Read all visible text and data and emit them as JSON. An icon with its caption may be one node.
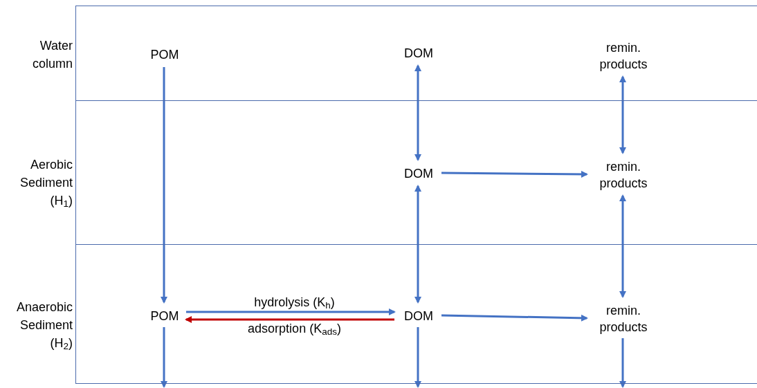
{
  "diagram": {
    "nodes": [
      {
        "text": [
          "Water column"
        ]
      },
      {
        "text": [
          "POM"
        ],
        "in": 0
      },
      {
        "text": [
          "DOM"
        ],
        "in": 0
      },
      {
        "text": [
          "remin. products"
        ],
        "in": 0
      },
      {
        "text": [
          "Aerobic Sediment (H$_{1}$)"
        ]
      },
      {
        "text": [
          "DOM"
        ],
        "in": 4
      },
      {
        "text": [
          "remin. products"
        ],
        "in": 4
      },
      {
        "text": [
          "Anaerobic Sediment (H$_{2}$)"
        ]
      },
      {
        "text": [
          "POM"
        ],
        "in": 7
      },
      {
        "text": [
          "DOM"
        ],
        "in": 7
      },
      {
        "text": [
          "remin. products"
        ],
        "in": 7
      }
    ],
    "edges": [
      {
        "from": 1,
        "to": 8,
        "arrow": "to"
      },
      {
        "from": 2,
        "to": 5,
        "arrow": "both"
      },
      {
        "from": 3,
        "to": 6,
        "arrow": "both"
      },
      {
        "from": 5,
        "to": 6,
        "arrow": "to"
      },
      {
        "from": 5,
        "to": 9,
        "arrow": "both"
      },
      {
        "from": 6,
        "to": 10,
        "arrow": "both"
      },
      {
        "from": 8,
        "to": 9,
        "arrow": "to",
        "label": "hydrolysis (K$_{h}$)"
      },
      {
        "from": 9,
        "to": 8,
        "arrow": "to",
        "label": "adsorption (K$_{ads}$)",
        "color": "#c00000"
      },
      {
        "from": 9,
        "to": 10,
        "arrow": "to"
      },
      {
        "from": 8,
        "to": null,
        "arrow": "to"
      },
      {
        "from": 9,
        "to": null,
        "arrow": "to"
      },
      {
        "from": 10,
        "to": null,
        "arrow": "to"
      }
    ]
  }
}
